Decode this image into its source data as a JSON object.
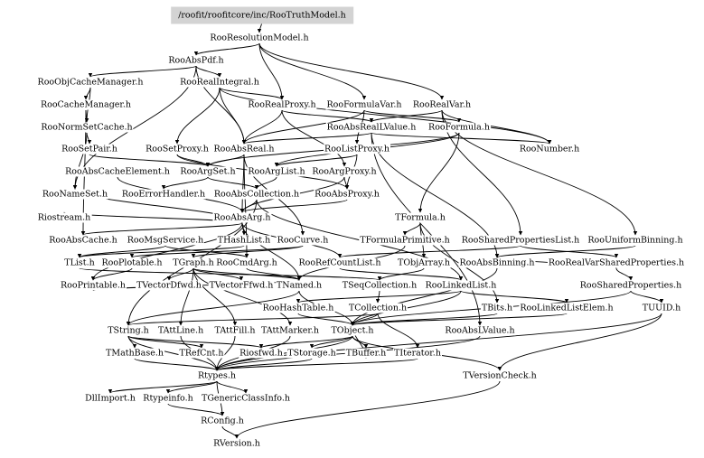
{
  "graph": {
    "root": "/roofit/roofitcore/inc/RooTruthModel.h",
    "nodes": [
      {
        "id": "root",
        "label": "/roofit/roofitcore/inc/RooTruthModel.h"
      },
      {
        "id": "RooResolutionModel",
        "label": "RooResolutionModel.h"
      },
      {
        "id": "RooAbsPdf",
        "label": "RooAbsPdf.h"
      },
      {
        "id": "RooObjCacheManager",
        "label": "RooObjCacheManager.h"
      },
      {
        "id": "RooRealIntegral",
        "label": "RooRealIntegral.h"
      },
      {
        "id": "RooCacheManager",
        "label": "RooCacheManager.h"
      },
      {
        "id": "RooRealProxy",
        "label": "RooRealProxy.h"
      },
      {
        "id": "RooFormulaVar",
        "label": "RooFormulaVar.h"
      },
      {
        "id": "RooRealVar",
        "label": "RooRealVar.h"
      },
      {
        "id": "RooNormSetCache",
        "label": "RooNormSetCache.h"
      },
      {
        "id": "RooAbsRealLValue",
        "label": "RooAbsRealLValue.h"
      },
      {
        "id": "RooFormula",
        "label": "RooFormula.h"
      },
      {
        "id": "RooSetPair",
        "label": "RooSetPair.h"
      },
      {
        "id": "RooSetProxy",
        "label": "RooSetProxy.h"
      },
      {
        "id": "RooAbsReal",
        "label": "RooAbsReal.h"
      },
      {
        "id": "RooListProxy",
        "label": "RooListProxy.h"
      },
      {
        "id": "RooNumber",
        "label": "RooNumber.h"
      },
      {
        "id": "RooAbsCacheElement",
        "label": "RooAbsCacheElement.h"
      },
      {
        "id": "RooArgSet",
        "label": "RooArgSet.h"
      },
      {
        "id": "RooArgList",
        "label": "RooArgList.h"
      },
      {
        "id": "RooArgProxy",
        "label": "RooArgProxy.h"
      },
      {
        "id": "RooNameSet",
        "label": "RooNameSet.h"
      },
      {
        "id": "RooErrorHandler",
        "label": "RooErrorHandler.h"
      },
      {
        "id": "RooAbsCollection",
        "label": "RooAbsCollection.h"
      },
      {
        "id": "RooAbsProxy",
        "label": "RooAbsProxy.h"
      },
      {
        "id": "Riostream",
        "label": "Riostream.h"
      },
      {
        "id": "RooAbsArg",
        "label": "RooAbsArg.h"
      },
      {
        "id": "TFormula",
        "label": "TFormula.h"
      },
      {
        "id": "RooAbsCache",
        "label": "RooAbsCache.h"
      },
      {
        "id": "RooMsgService",
        "label": "RooMsgService.h"
      },
      {
        "id": "THashList",
        "label": "THashList.h"
      },
      {
        "id": "RooCurve",
        "label": "RooCurve.h"
      },
      {
        "id": "TFormulaPrimitive",
        "label": "TFormulaPrimitive.h"
      },
      {
        "id": "RooSharedPropertiesList",
        "label": "RooSharedPropertiesList.h"
      },
      {
        "id": "RooUniformBinning",
        "label": "RooUniformBinning.h"
      },
      {
        "id": "TList",
        "label": "TList.h"
      },
      {
        "id": "RooPlotable",
        "label": "RooPlotable.h"
      },
      {
        "id": "TGraph",
        "label": "TGraph.h"
      },
      {
        "id": "RooCmdArg",
        "label": "RooCmdArg.h"
      },
      {
        "id": "RooRefCountList",
        "label": "RooRefCountList.h"
      },
      {
        "id": "TObjArray",
        "label": "TObjArray.h"
      },
      {
        "id": "RooAbsBinning",
        "label": "RooAbsBinning.h"
      },
      {
        "id": "RooRealVarSharedProperties",
        "label": "RooRealVarSharedProperties.h"
      },
      {
        "id": "RooPrintable",
        "label": "RooPrintable.h"
      },
      {
        "id": "TVectorDfwd",
        "label": "TVectorDfwd.h"
      },
      {
        "id": "TVectorFfwd",
        "label": "TVectorFfwd.h"
      },
      {
        "id": "TNamed",
        "label": "TNamed.h"
      },
      {
        "id": "TSeqCollection",
        "label": "TSeqCollection.h"
      },
      {
        "id": "RooLinkedList",
        "label": "RooLinkedList.h"
      },
      {
        "id": "RooSharedProperties",
        "label": "RooSharedProperties.h"
      },
      {
        "id": "RooHashTable",
        "label": "RooHashTable.h"
      },
      {
        "id": "TCollection",
        "label": "TCollection.h"
      },
      {
        "id": "TBits",
        "label": "TBits.h"
      },
      {
        "id": "RooLinkedListElem",
        "label": "RooLinkedListElem.h"
      },
      {
        "id": "TUUID",
        "label": "TUUID.h"
      },
      {
        "id": "TString",
        "label": "TString.h"
      },
      {
        "id": "TAttLine",
        "label": "TAttLine.h"
      },
      {
        "id": "TAttFill",
        "label": "TAttFill.h"
      },
      {
        "id": "TAttMarker",
        "label": "TAttMarker.h"
      },
      {
        "id": "TObject",
        "label": "TObject.h"
      },
      {
        "id": "RooAbsLValue",
        "label": "RooAbsLValue.h"
      },
      {
        "id": "TMathBase",
        "label": "TMathBase.h"
      },
      {
        "id": "TRefCnt",
        "label": "TRefCnt.h"
      },
      {
        "id": "Riosfwd",
        "label": "Riosfwd.h"
      },
      {
        "id": "TStorage",
        "label": "TStorage.h"
      },
      {
        "id": "TBuffer",
        "label": "TBuffer.h"
      },
      {
        "id": "TIterator",
        "label": "TIterator.h"
      },
      {
        "id": "TVersionCheck",
        "label": "TVersionCheck.h"
      },
      {
        "id": "Rtypes",
        "label": "Rtypes.h"
      },
      {
        "id": "DllImport",
        "label": "DllImport.h"
      },
      {
        "id": "Rtypeinfo",
        "label": "Rtypeinfo.h"
      },
      {
        "id": "TGenericClassInfo",
        "label": "TGenericClassInfo.h"
      },
      {
        "id": "RConfig",
        "label": "RConfig.h"
      },
      {
        "id": "RVersion",
        "label": "RVersion.h"
      }
    ],
    "edges": [
      [
        "root",
        "RooResolutionModel"
      ],
      [
        "RooResolutionModel",
        "RooAbsPdf"
      ],
      [
        "RooResolutionModel",
        "RooRealProxy"
      ],
      [
        "RooResolutionModel",
        "RooFormulaVar"
      ],
      [
        "RooResolutionModel",
        "RooRealVar"
      ],
      [
        "RooAbsPdf",
        "RooObjCacheManager"
      ],
      [
        "RooAbsPdf",
        "RooRealIntegral"
      ],
      [
        "RooAbsPdf",
        "RooAbsReal"
      ],
      [
        "RooAbsPdf",
        "RooNameSet"
      ],
      [
        "RooObjCacheManager",
        "RooCacheManager"
      ],
      [
        "RooObjCacheManager",
        "RooNormSetCache"
      ],
      [
        "RooCacheManager",
        "RooNormSetCache"
      ],
      [
        "RooCacheManager",
        "RooAbsCache"
      ],
      [
        "RooRealIntegral",
        "RooRealProxy"
      ],
      [
        "RooRealIntegral",
        "RooAbsReal"
      ],
      [
        "RooRealIntegral",
        "RooSetProxy"
      ],
      [
        "RooRealIntegral",
        "RooNumber"
      ],
      [
        "RooNormSetCache",
        "RooSetPair"
      ],
      [
        "RooNormSetCache",
        "RooNameSet"
      ],
      [
        "RooRealProxy",
        "RooAbsReal"
      ],
      [
        "RooRealProxy",
        "RooArgProxy"
      ],
      [
        "RooRealProxy",
        "RooAbsRealLValue"
      ],
      [
        "RooFormulaVar",
        "RooFormula"
      ],
      [
        "RooFormulaVar",
        "RooListProxy"
      ],
      [
        "RooFormulaVar",
        "RooAbsReal"
      ],
      [
        "RooRealVar",
        "RooAbsRealLValue"
      ],
      [
        "RooRealVar",
        "RooNumber"
      ],
      [
        "RooRealVar",
        "RooSharedPropertiesList"
      ],
      [
        "RooRealVar",
        "RooUniformBinning"
      ],
      [
        "RooAbsRealLValue",
        "RooAbsReal"
      ],
      [
        "RooAbsRealLValue",
        "RooNumber"
      ],
      [
        "RooAbsRealLValue",
        "RooAbsLValue"
      ],
      [
        "RooAbsRealLValue",
        "RooAbsBinning"
      ],
      [
        "RooFormula",
        "TFormula"
      ],
      [
        "RooFormula",
        "RooArgList"
      ],
      [
        "RooFormula",
        "RooArgSet"
      ],
      [
        "RooSetPair",
        "RooArgSet"
      ],
      [
        "RooSetProxy",
        "RooArgSet"
      ],
      [
        "RooSetProxy",
        "RooAbsProxy"
      ],
      [
        "RooAbsReal",
        "RooAbsArg"
      ],
      [
        "RooAbsReal",
        "RooCmdArg"
      ],
      [
        "RooAbsReal",
        "RooCurve"
      ],
      [
        "RooAbsReal",
        "RooArgSet"
      ],
      [
        "RooListProxy",
        "RooArgList"
      ],
      [
        "RooListProxy",
        "RooAbsProxy"
      ],
      [
        "RooAbsCacheElement",
        "RooAbsArg"
      ],
      [
        "RooArgSet",
        "RooAbsCollection"
      ],
      [
        "RooArgSet",
        "RooErrorHandler"
      ],
      [
        "RooArgList",
        "RooAbsCollection"
      ],
      [
        "RooArgProxy",
        "RooAbsProxy"
      ],
      [
        "RooArgProxy",
        "RooAbsArg"
      ],
      [
        "RooAbsCollection",
        "RooAbsArg"
      ],
      [
        "RooAbsCollection",
        "RooLinkedList"
      ],
      [
        "RooAbsCollection",
        "TString"
      ],
      [
        "RooAbsProxy",
        "RooAbsArg"
      ],
      [
        "RooAbsArg",
        "THashList"
      ],
      [
        "RooAbsArg",
        "RooAbsCache"
      ],
      [
        "RooAbsArg",
        "RooRefCountList"
      ],
      [
        "RooAbsArg",
        "RooPrintable"
      ],
      [
        "RooAbsArg",
        "TNamed"
      ],
      [
        "RooAbsArg",
        "Riostream"
      ],
      [
        "RooAbsArg",
        "RooNameSet"
      ],
      [
        "TFormula",
        "TFormulaPrimitive"
      ],
      [
        "TFormula",
        "TObjArray"
      ],
      [
        "TFormula",
        "TBits"
      ],
      [
        "RooMsgService",
        "RooCmdArg"
      ],
      [
        "RooMsgService",
        "TList"
      ],
      [
        "THashList",
        "TList"
      ],
      [
        "RooCurve",
        "TGraph"
      ],
      [
        "RooCurve",
        "RooPlotable"
      ],
      [
        "TFormulaPrimitive",
        "TNamed"
      ],
      [
        "RooSharedPropertiesList",
        "RooRefCountList"
      ],
      [
        "RooSharedPropertiesList",
        "RooRealVarSharedProperties"
      ],
      [
        "RooUniformBinning",
        "RooAbsBinning"
      ],
      [
        "TList",
        "TSeqCollection"
      ],
      [
        "RooPlotable",
        "RooPrintable"
      ],
      [
        "TGraph",
        "TNamed"
      ],
      [
        "TGraph",
        "TAttLine"
      ],
      [
        "TGraph",
        "TAttFill"
      ],
      [
        "TGraph",
        "TAttMarker"
      ],
      [
        "TGraph",
        "TVectorFfwd"
      ],
      [
        "TGraph",
        "TVectorDfwd"
      ],
      [
        "RooCmdArg",
        "TNamed"
      ],
      [
        "RooRefCountList",
        "RooLinkedList"
      ],
      [
        "TObjArray",
        "TSeqCollection"
      ],
      [
        "RooAbsBinning",
        "TObject"
      ],
      [
        "RooRealVarSharedProperties",
        "RooSharedProperties"
      ],
      [
        "RooRealVarSharedProperties",
        "RooAbsBinning"
      ],
      [
        "RooPrintable",
        "TNamed"
      ],
      [
        "TNamed",
        "TObject"
      ],
      [
        "TNamed",
        "TString"
      ],
      [
        "TSeqCollection",
        "TCollection"
      ],
      [
        "RooLinkedList",
        "RooHashTable"
      ],
      [
        "RooLinkedList",
        "RooLinkedListElem"
      ],
      [
        "RooLinkedList",
        "TObject"
      ],
      [
        "RooSharedProperties",
        "TUUID"
      ],
      [
        "RooSharedProperties",
        "TObject"
      ],
      [
        "RooHashTable",
        "TObject"
      ],
      [
        "TCollection",
        "TObject"
      ],
      [
        "TCollection",
        "TIterator"
      ],
      [
        "TCollection",
        "TString"
      ],
      [
        "TBits",
        "TObject"
      ],
      [
        "RooLinkedListElem",
        "TObject"
      ],
      [
        "TUUID",
        "Rtypes"
      ],
      [
        "TUUID",
        "TVersionCheck"
      ],
      [
        "TString",
        "TMathBase"
      ],
      [
        "TString",
        "TRefCnt"
      ],
      [
        "TString",
        "Riosfwd"
      ],
      [
        "TString",
        "Rtypes"
      ],
      [
        "TAttLine",
        "Rtypes"
      ],
      [
        "TAttFill",
        "Rtypes"
      ],
      [
        "TAttMarker",
        "Rtypes"
      ],
      [
        "TObject",
        "TStorage"
      ],
      [
        "TObject",
        "TBuffer"
      ],
      [
        "TObject",
        "Riosfwd"
      ],
      [
        "TObject",
        "Rtypes"
      ],
      [
        "TObject",
        "TVersionCheck"
      ],
      [
        "RooAbsLValue",
        "Rtypes"
      ],
      [
        "TMathBase",
        "Rtypes"
      ],
      [
        "TStorage",
        "Rtypes"
      ],
      [
        "TBuffer",
        "TObject"
      ],
      [
        "TIterator",
        "Rtypes"
      ],
      [
        "TVersionCheck",
        "RVersion"
      ],
      [
        "Rtypes",
        "DllImport"
      ],
      [
        "Rtypes",
        "Rtypeinfo"
      ],
      [
        "Rtypes",
        "TGenericClassInfo"
      ],
      [
        "Rtypes",
        "RConfig"
      ],
      [
        "Rtypeinfo",
        "RConfig"
      ],
      [
        "RConfig",
        "RVersion"
      ]
    ]
  },
  "colors": {
    "root_fill": "#d3d3d3",
    "edge": "#000000",
    "text": "#000000"
  }
}
